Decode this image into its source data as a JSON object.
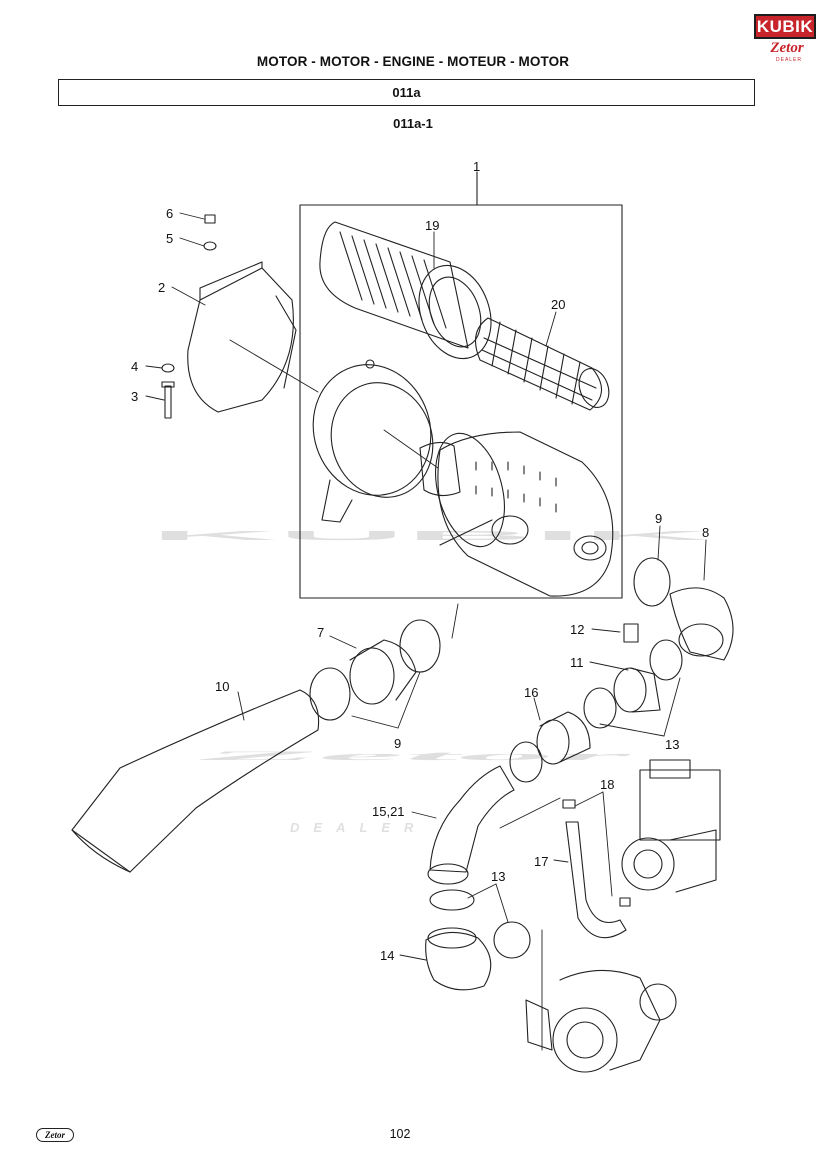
{
  "header": {
    "title": "MOTOR - MOTOR - ENGINE - MOTEUR - MOTOR"
  },
  "section": {
    "code": "011a"
  },
  "figure": {
    "id": "011a-1"
  },
  "page": {
    "number": "102"
  },
  "branding": {
    "top_logo": {
      "word": "KUBIK",
      "sub": "Zetor",
      "tag": "DEALER"
    },
    "footer_logo": "Zetor",
    "watermark": {
      "big": "KUBIK",
      "script": "Zetor",
      "tag": "DEALER"
    },
    "color": "#c8242b"
  },
  "callouts": [
    {
      "id": "1",
      "label": "1"
    },
    {
      "id": "2",
      "label": "2"
    },
    {
      "id": "3",
      "label": "3"
    },
    {
      "id": "4",
      "label": "4"
    },
    {
      "id": "5",
      "label": "5"
    },
    {
      "id": "6",
      "label": "6"
    },
    {
      "id": "7",
      "label": "7"
    },
    {
      "id": "8",
      "label": "8"
    },
    {
      "id": "9a",
      "label": "9"
    },
    {
      "id": "9b",
      "label": "9"
    },
    {
      "id": "10",
      "label": "10"
    },
    {
      "id": "11",
      "label": "11"
    },
    {
      "id": "12",
      "label": "12"
    },
    {
      "id": "13a",
      "label": "13"
    },
    {
      "id": "13b",
      "label": "13"
    },
    {
      "id": "14",
      "label": "14"
    },
    {
      "id": "15",
      "label": "15,21"
    },
    {
      "id": "16",
      "label": "16"
    },
    {
      "id": "17",
      "label": "17"
    },
    {
      "id": "18",
      "label": "18"
    },
    {
      "id": "19",
      "label": "19"
    },
    {
      "id": "20",
      "label": "20"
    }
  ]
}
